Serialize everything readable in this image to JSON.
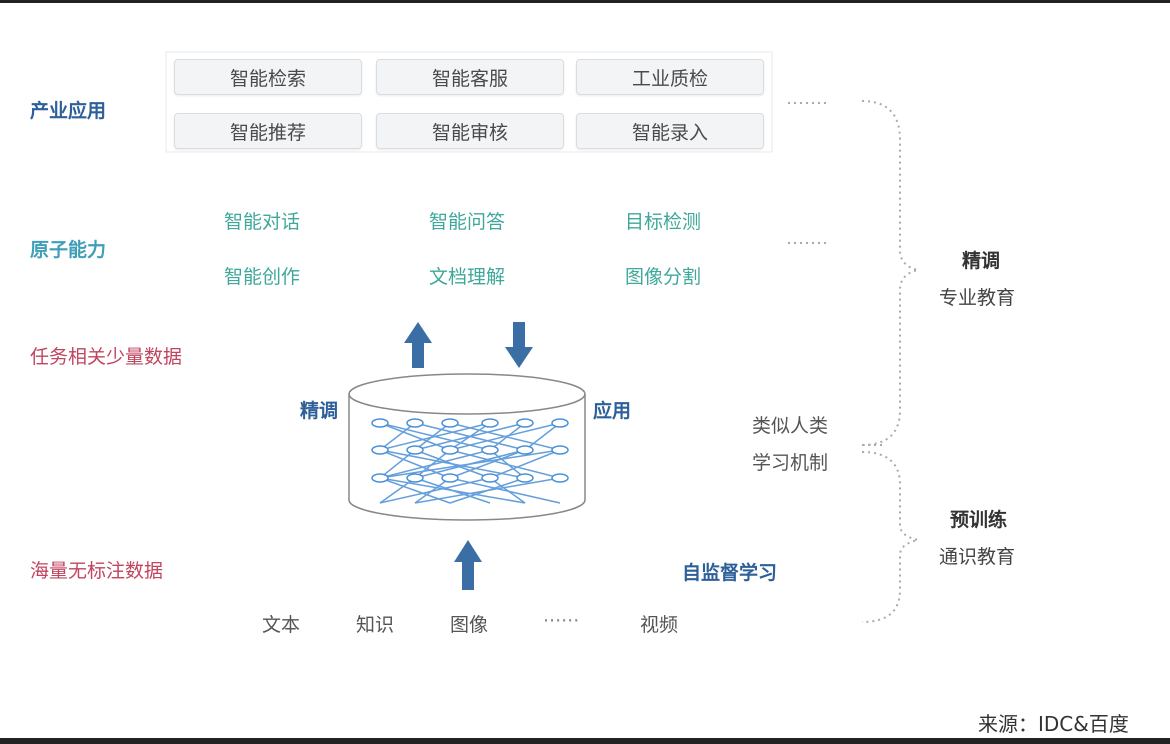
{
  "industry": {
    "label": "产业应用",
    "items": [
      "智能检索",
      "智能客服",
      "工业质检",
      "智能推荐",
      "智能审核",
      "智能录入"
    ]
  },
  "atomic": {
    "label": "原子能力",
    "items": [
      "智能对话",
      "智能问答",
      "目标检测",
      "智能创作",
      "文档理解",
      "图像分割"
    ]
  },
  "task_data_label": "任务相关少量数据",
  "massive_data_label": "海量无标注数据",
  "model": {
    "finetune_label": "精调",
    "apply_label": "应用"
  },
  "human_mechanism": [
    "类似人类",
    "学习机制"
  ],
  "self_supervised": "自监督学习",
  "inputs": [
    "文本",
    "知识",
    "图像",
    "······",
    "视频"
  ],
  "right": {
    "finetune_title": "精调",
    "finetune_sub": "专业教育",
    "pretrain_title": "预训练",
    "pretrain_sub": "通识教育"
  },
  "source": "来源：IDC&百度",
  "colors": {
    "industry_label": "#2d5f99",
    "atomic": "#3fa89a",
    "task": "#c0455e",
    "arrow": "#3a6ea5"
  }
}
